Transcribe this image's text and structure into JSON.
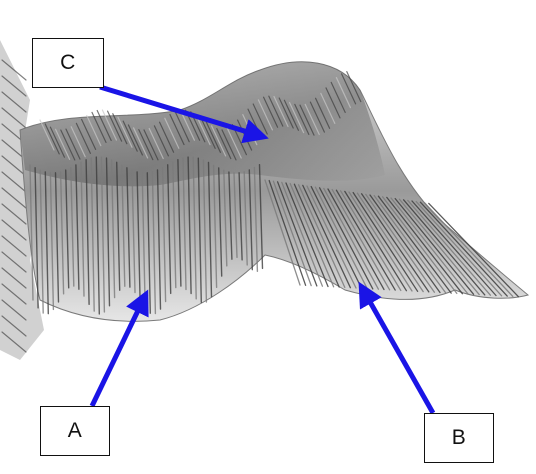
{
  "labels": {
    "a": "A",
    "b": "B",
    "c": "C"
  },
  "colors": {
    "arrow": "#1a14e6",
    "feather_dark": "#3e3e3e",
    "feather_mid": "#7b7b7b",
    "feather_light": "#c8c8c8",
    "box_border": "#111111"
  },
  "icons": {
    "wing_drawing": "bird-wing-illustration",
    "pointer": "arrow-icon"
  }
}
